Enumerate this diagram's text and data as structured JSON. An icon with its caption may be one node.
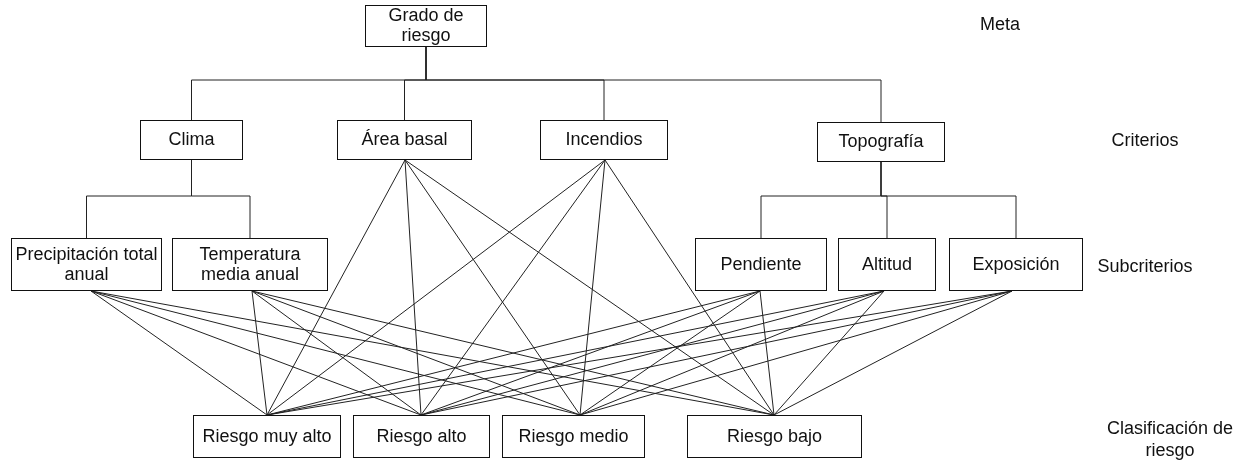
{
  "diagram": {
    "nodes": [
      {
        "text": [
          "Grado de riesgo"
        ]
      },
      {
        "text": [
          "Clima"
        ]
      },
      {
        "text": [
          "Área basal"
        ]
      },
      {
        "text": [
          "Incendios"
        ]
      },
      {
        "text": [
          "Topografía"
        ]
      },
      {
        "text": [
          "Precipitación total anual"
        ]
      },
      {
        "text": [
          "Temperatura media anual"
        ]
      },
      {
        "text": [
          "Pendiente"
        ]
      },
      {
        "text": [
          "Altitud"
        ]
      },
      {
        "text": [
          "Exposición"
        ]
      },
      {
        "text": [
          "Riesgo muy alto"
        ]
      },
      {
        "text": [
          "Riesgo alto"
        ]
      },
      {
        "text": [
          "Riesgo medio"
        ]
      },
      {
        "text": [
          "Riesgo bajo"
        ]
      }
    ],
    "edges": [
      {
        "from": 0,
        "to": 1,
        "arrow": "none"
      },
      {
        "from": 0,
        "to": 2,
        "arrow": "none"
      },
      {
        "from": 0,
        "to": 3,
        "arrow": "none"
      },
      {
        "from": 0,
        "to": 4,
        "arrow": "none"
      },
      {
        "from": 1,
        "to": 5,
        "arrow": "none"
      },
      {
        "from": 1,
        "to": 6,
        "arrow": "none"
      },
      {
        "from": 4,
        "to": 7,
        "arrow": "none"
      },
      {
        "from": 4,
        "to": 8,
        "arrow": "none"
      },
      {
        "from": 4,
        "to": 9,
        "arrow": "none"
      },
      {
        "from": 5,
        "to": 10,
        "arrow": "none"
      },
      {
        "from": 5,
        "to": 11,
        "arrow": "none"
      },
      {
        "from": 5,
        "to": 12,
        "arrow": "none"
      },
      {
        "from": 5,
        "to": 13,
        "arrow": "none"
      },
      {
        "from": 6,
        "to": 10,
        "arrow": "none"
      },
      {
        "from": 6,
        "to": 11,
        "arrow": "none"
      },
      {
        "from": 6,
        "to": 12,
        "arrow": "none"
      },
      {
        "from": 6,
        "to": 13,
        "arrow": "none"
      },
      {
        "from": 2,
        "to": 10,
        "arrow": "none"
      },
      {
        "from": 2,
        "to": 11,
        "arrow": "none"
      },
      {
        "from": 2,
        "to": 12,
        "arrow": "none"
      },
      {
        "from": 2,
        "to": 13,
        "arrow": "none"
      },
      {
        "from": 3,
        "to": 10,
        "arrow": "none"
      },
      {
        "from": 3,
        "to": 11,
        "arrow": "none"
      },
      {
        "from": 3,
        "to": 12,
        "arrow": "none"
      },
      {
        "from": 3,
        "to": 13,
        "arrow": "none"
      },
      {
        "from": 7,
        "to": 10,
        "arrow": "none"
      },
      {
        "from": 7,
        "to": 11,
        "arrow": "none"
      },
      {
        "from": 7,
        "to": 12,
        "arrow": "none"
      },
      {
        "from": 7,
        "to": 13,
        "arrow": "none"
      },
      {
        "from": 8,
        "to": 10,
        "arrow": "none"
      },
      {
        "from": 8,
        "to": 11,
        "arrow": "none"
      },
      {
        "from": 8,
        "to": 12,
        "arrow": "none"
      },
      {
        "from": 8,
        "to": 13,
        "arrow": "none"
      },
      {
        "from": 9,
        "to": 10,
        "arrow": "none"
      },
      {
        "from": 9,
        "to": 11,
        "arrow": "none"
      },
      {
        "from": 9,
        "to": 12,
        "arrow": "none"
      },
      {
        "from": 9,
        "to": 13,
        "arrow": "none"
      }
    ],
    "labels": [
      "Meta",
      "Criterios",
      "Subcriterios",
      "Clasificación de riesgo"
    ]
  }
}
